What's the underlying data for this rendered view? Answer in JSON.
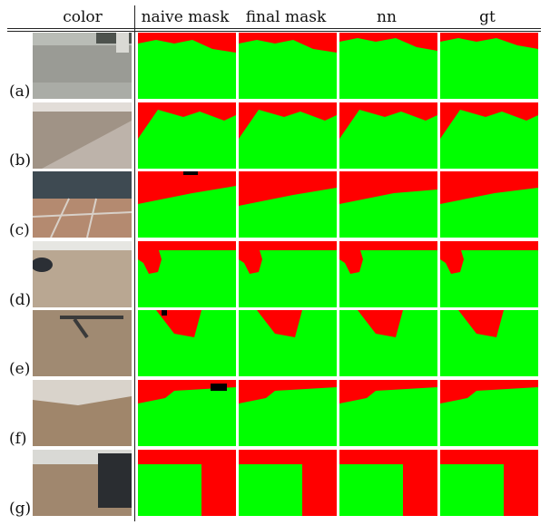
{
  "figure": {
    "columns": [
      "color",
      "naive mask",
      "final mask",
      "nn",
      "gt"
    ],
    "rows": [
      "(a)",
      "(b)",
      "(c)",
      "(d)",
      "(e)",
      "(f)",
      "(g)"
    ],
    "mask_colors": {
      "floor": "#00ff00",
      "non_floor": "#ff0000",
      "unknown": "#000000"
    }
  }
}
